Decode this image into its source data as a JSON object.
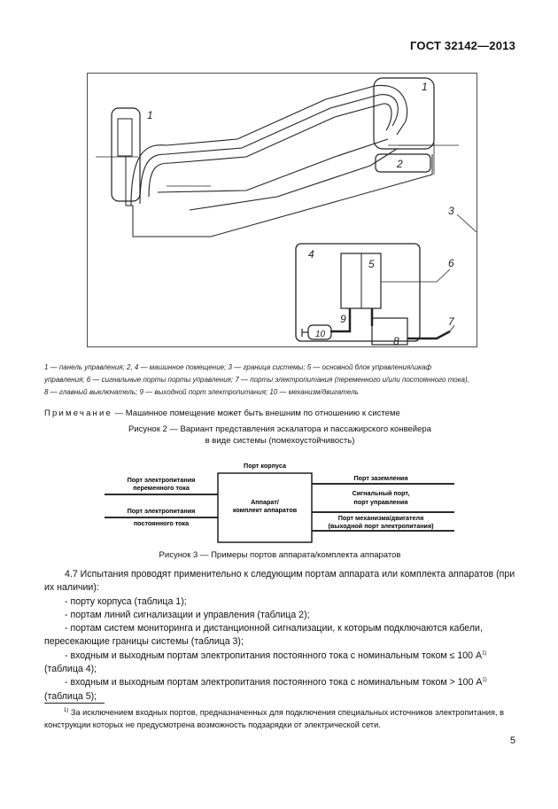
{
  "header": {
    "standard": "ГОСТ 32142—2013"
  },
  "figure2": {
    "labels": [
      "1",
      "1",
      "2",
      "3",
      "4",
      "5",
      "6",
      "7",
      "8",
      "9",
      "10"
    ],
    "legend_lines": [
      "1 — панель управления; 2, 4 — машинное помещение; 3 — граница системы; 5 — основной блок управления/шкаф",
      "управления; 6 — сигнальные порты порты управления; 7 — порты электропитания (переменного и/или постоянного тока),",
      "8 — главный выключатель; 9 — выходной порт электропитания; 10 — механизм/двигатель"
    ],
    "note_prefix": "Примечание",
    "note_text": " — Машинное помещение может быть внешним по отношению к системе",
    "caption_line1": "Рисунок 2 — Вариант представления эскалатора и пассажирского конвейера",
    "caption_line2": "в виде системы (помехоустойчивость)"
  },
  "figure3": {
    "top_label": "Порт корпуса",
    "center_line1": "Аппарат/",
    "center_line2": "комплект аппаратов",
    "left_ports": [
      {
        "line1": "Порт электропитания",
        "line2": "переменного тока"
      },
      {
        "line1": "Порт электропитания",
        "line2": "постоянного тока"
      }
    ],
    "right_ports": [
      {
        "line1": "Порт заземления",
        "line2": ""
      },
      {
        "line1": "Сигнальный порт,",
        "line2": "порт управления"
      },
      {
        "line1": "Порт механизма/двигателя",
        "line2": "(выходной порт электропитания)"
      }
    ],
    "caption": "Рисунок 3 — Примеры портов аппарата/комплекта аппаратов"
  },
  "section": {
    "intro": "4.7 Испытания проводят применительно к следующим портам аппарата или комплекта аппаратов (при их наличии):",
    "items": [
      "- порту корпуса (таблица 1);",
      "- портам линий сигнализации и управления (таблица 2);",
      "- портам систем мониторинга и дистанционной сигнализации, к которым подключаются кабели, пересекающие границы системы (таблица 3);",
      "- входным и выходным портам электропитания постоянного тока с номинальным током ≤ 100 А",
      "(таблица 4);",
      "- входным и выходным портам электропитания постоянного тока с номинальным током > 100 А",
      "(таблица 5);"
    ],
    "footnote_mark": "1)"
  },
  "footnote": {
    "mark": "1)",
    "text": " За исключением входных портов, предназначенных для подключения специальных источников электропитания, в конструкции которых не предусмотрена возможность подзарядки от электрической сети."
  },
  "page_number": "5"
}
